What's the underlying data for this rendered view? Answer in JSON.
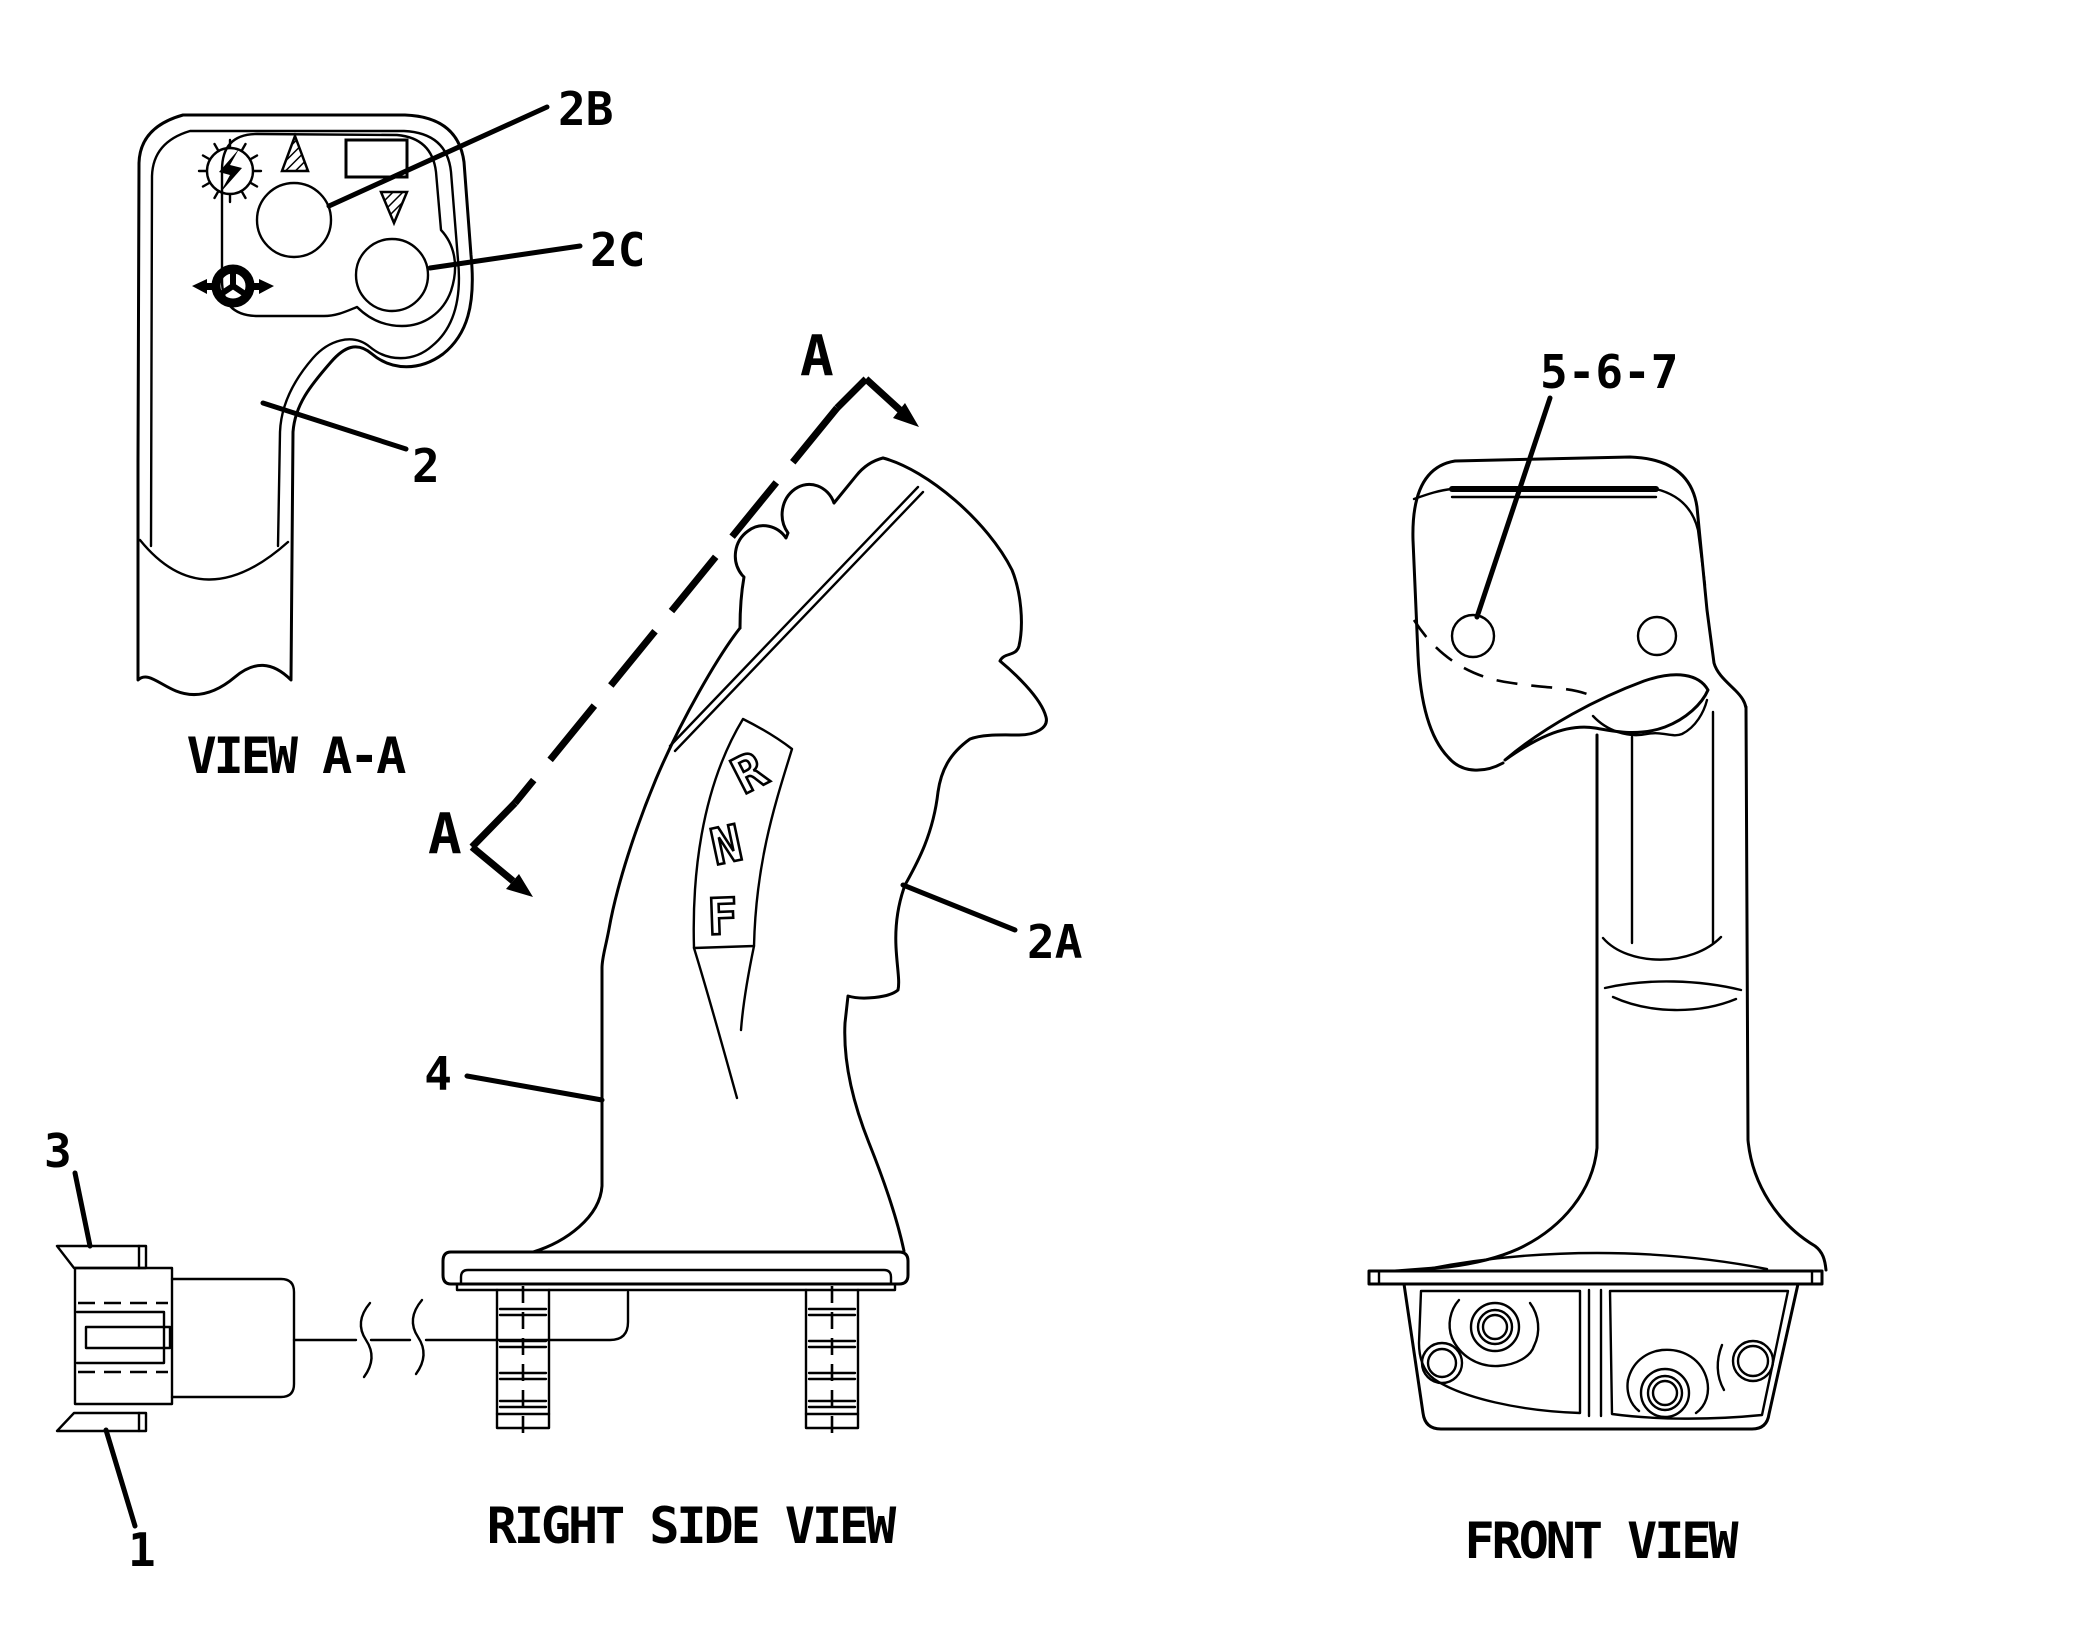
{
  "page": {
    "background": "#ffffff",
    "ink": "#000000",
    "type": "parts-diagram"
  },
  "views": {
    "view_aa": {
      "caption": "VIEW A-A",
      "callout_2b": "2B",
      "callout_2c": "2C",
      "callout_2": "2",
      "icon_names": [
        "gear-lightning-icon",
        "up-triangle-icon",
        "indicator-window",
        "down-triangle-icon",
        "steering-wheel-icon",
        "left-arrow-icon",
        "right-arrow-icon"
      ]
    },
    "right_side_view": {
      "caption": "RIGHT SIDE VIEW",
      "section_letter": "A",
      "gear_r": "R",
      "gear_n": "N",
      "gear_f": "F",
      "callout_2a": "2A",
      "callout_4": "4",
      "callout_3": "3",
      "callout_1": "1"
    },
    "front_view": {
      "caption": "FRONT VIEW",
      "callout_5_6_7": "5-6-7"
    }
  }
}
